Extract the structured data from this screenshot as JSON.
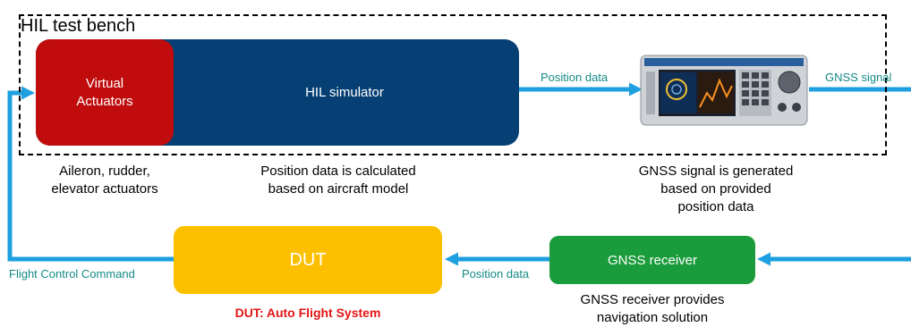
{
  "bench": {
    "title": "HIL test bench"
  },
  "blocks": {
    "virtual_actuators": "Virtual\nActuators",
    "hil_simulator": "HIL simulator",
    "dut": "DUT",
    "gnss_receiver": "GNSS receiver"
  },
  "captions": {
    "actuators": "Aileron, rudder,\nelevator actuators",
    "simulator": "Position data is calculated\nbased on aircraft model",
    "generator": "GNSS signal is generated\nbased on provided\nposition data",
    "receiver": "GNSS receiver provides\nnavigation solution",
    "dut": "DUT: Auto Flight System"
  },
  "arrow_labels": {
    "position_data_top": "Position data",
    "gnss_signal": "GNSS signal",
    "position_data_bottom": "Position data",
    "flight_control": "Flight Control Command"
  },
  "colors": {
    "hil_simulator": "#063f73",
    "virtual_actuators": "#c00c0c",
    "dut": "#fdc000",
    "gnss_receiver": "#1b9c3c",
    "arrow": "#1e9fe0",
    "arrow_label": "#138a86",
    "dut_caption": "#e31515"
  }
}
